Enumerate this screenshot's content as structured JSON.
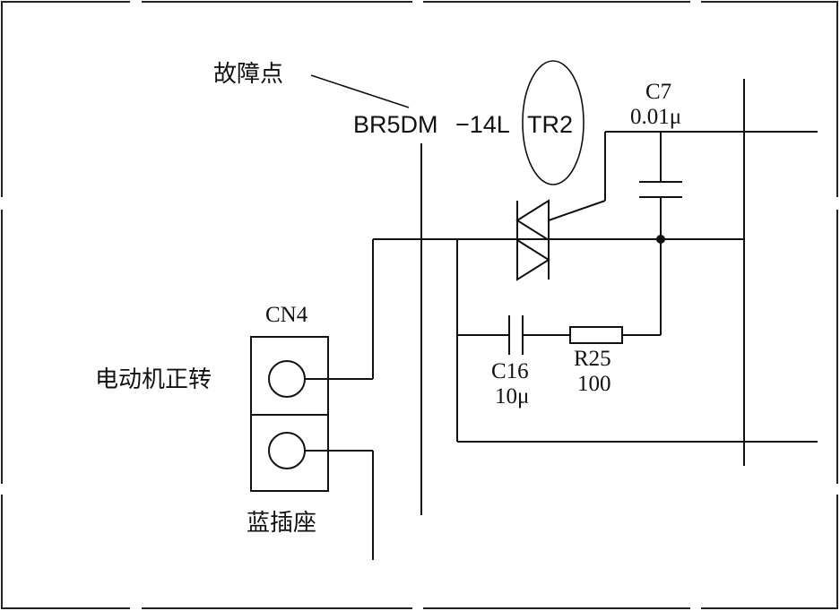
{
  "fault_label": "故障点",
  "triac": {
    "part_number": "BR5DM",
    "part_suffix": "−14L",
    "designator": "TR2"
  },
  "c7": {
    "designator": "C7",
    "value": "0.01μ"
  },
  "c16": {
    "designator": "C16",
    "value": "10μ"
  },
  "r25": {
    "designator": "R25",
    "value": "100"
  },
  "connector": {
    "designator": "CN4",
    "pin_label": "电动机正转",
    "name": "蓝插座"
  }
}
